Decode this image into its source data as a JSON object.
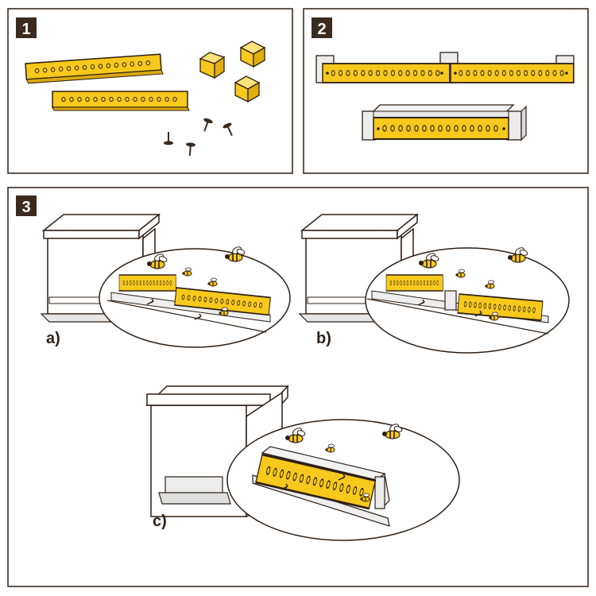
{
  "panels": [
    {
      "number": "1"
    },
    {
      "number": "2"
    },
    {
      "number": "3"
    }
  ],
  "sub_labels": {
    "a": "a)",
    "b": "b)",
    "c": "c)"
  },
  "colors": {
    "outline": "#2e1f14",
    "yellow": "#f6c91c",
    "badge": "#3b2a1e",
    "background": "#ffffff",
    "grey": "#d9d9d9"
  }
}
